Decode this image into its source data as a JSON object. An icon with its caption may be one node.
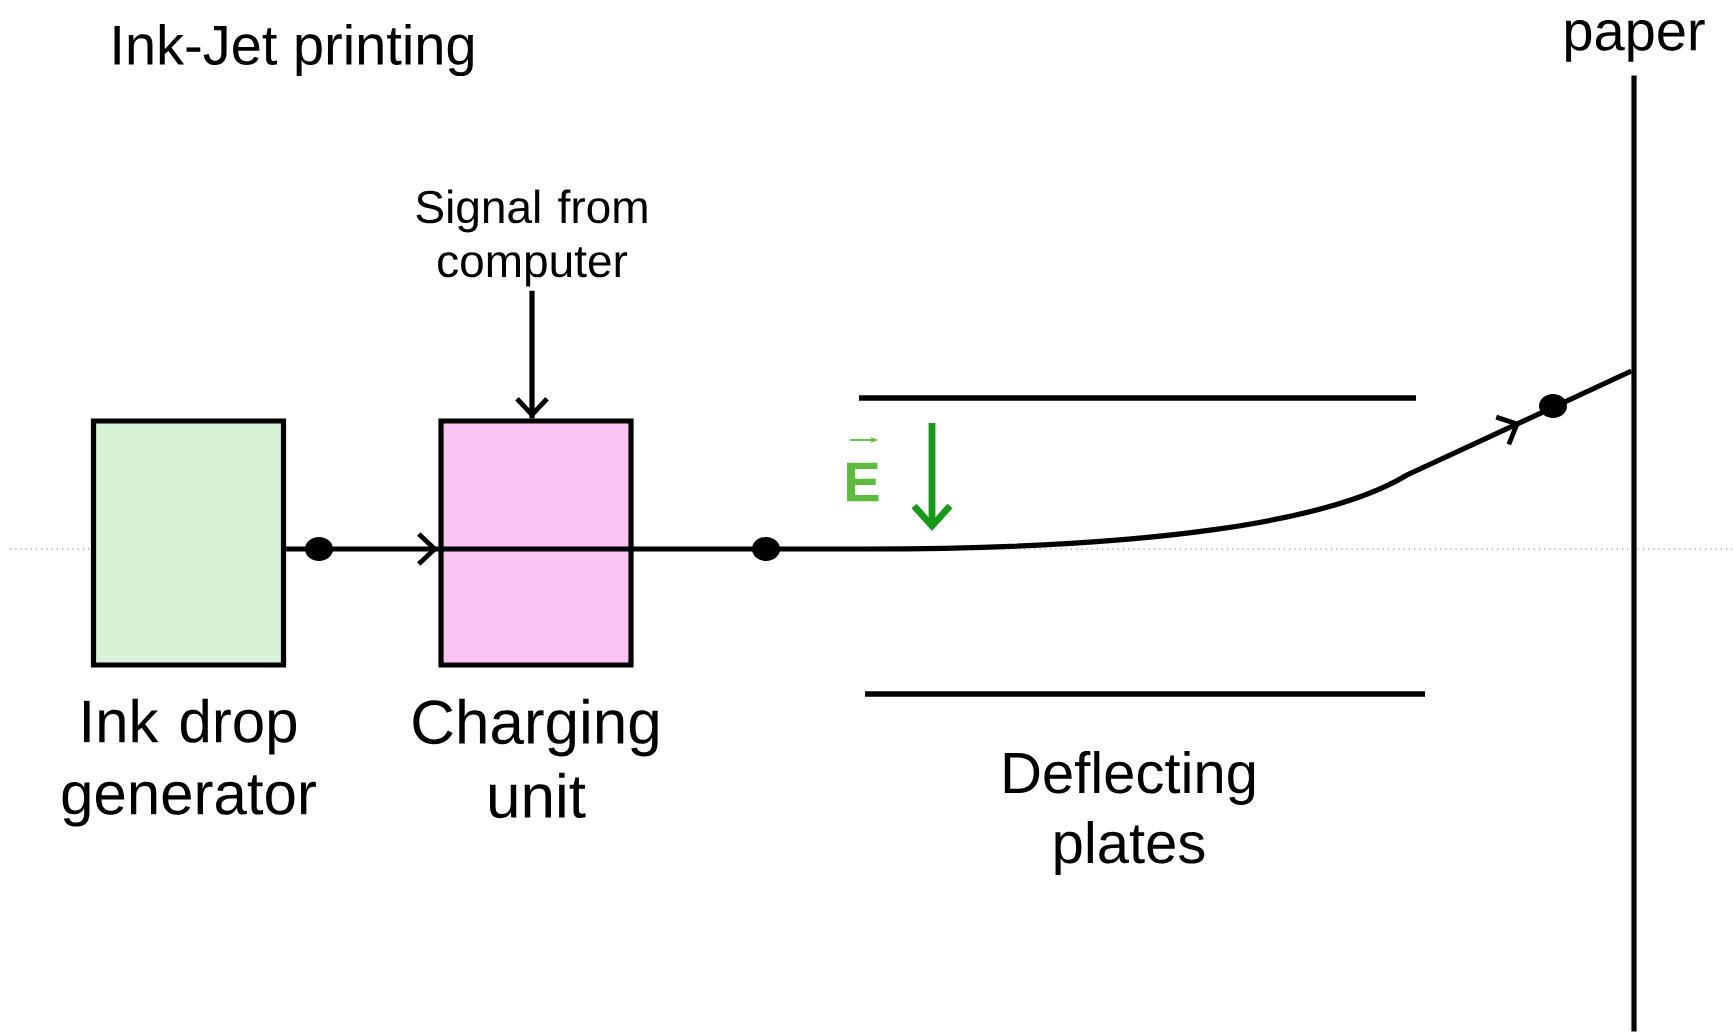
{
  "diagram": {
    "title": "Ink-Jet printing",
    "nodes": [
      {
        "text": [
          "Ink drop generator"
        ]
      },
      {
        "text": [
          "Charging unit"
        ]
      },
      {
        "text": [
          "Signal from computer"
        ]
      },
      {
        "text": [
          "paper"
        ]
      }
    ],
    "edges": [
      {
        "from": 0,
        "to": 1,
        "arrow": "to"
      },
      {
        "from": 1,
        "to": 3,
        "arrow": "to"
      },
      {
        "from": 2,
        "to": 1,
        "arrow": "to"
      }
    ],
    "labels": [
      "E",
      "Deflecting plates"
    ]
  }
}
